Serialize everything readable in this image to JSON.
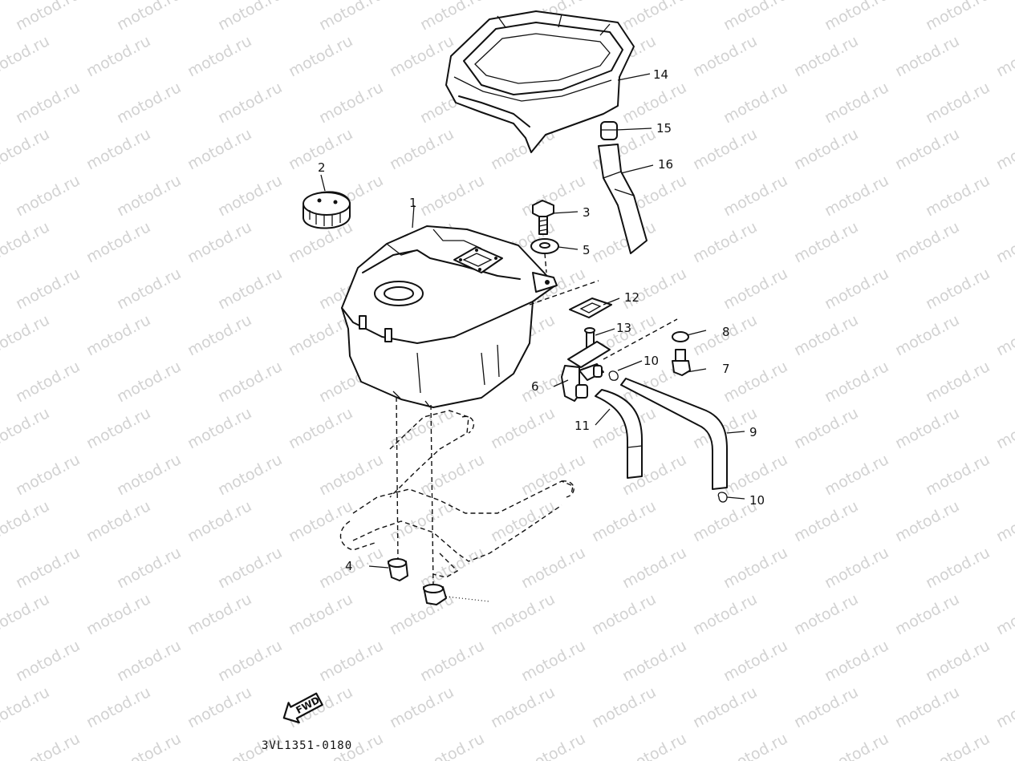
{
  "watermark": "motod.ru",
  "diagram_code": "3VL1351-0180",
  "fwd_label": "FWD",
  "callouts": {
    "c1": "1",
    "c2": "2",
    "c3": "3",
    "c4": "4",
    "c5": "5",
    "c6": "6",
    "c7": "7",
    "c8": "8",
    "c9": "9",
    "c10a": "10",
    "c10b": "10",
    "c11": "11",
    "c12": "12",
    "c13": "13",
    "c14": "14",
    "c15": "15",
    "c16": "16"
  }
}
